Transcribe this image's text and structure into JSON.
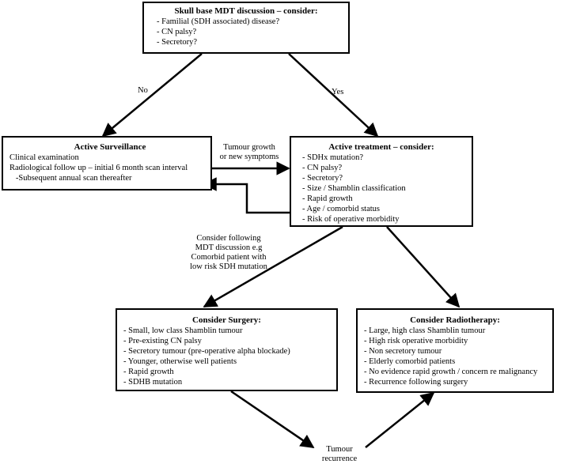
{
  "mdt_box": {
    "title": "Skull base MDT discussion – consider:",
    "items": [
      "- Familial (SDH associated) disease?",
      "- CN palsy?",
      "- Secretory?"
    ]
  },
  "surveillance_box": {
    "title": "Active Surveillance",
    "lines": [
      "Clinical examination",
      "Radiological follow up – initial 6 month scan interval",
      "   -Subsequent annual scan thereafter"
    ]
  },
  "treatment_box": {
    "title": "Active treatment – consider:",
    "items": [
      "- SDHx mutation?",
      "- CN palsy?",
      "- Secretory?",
      "- Size / Shamblin classification",
      "- Rapid growth",
      "- Age / comorbid status",
      "- Risk of operative morbidity"
    ]
  },
  "surgery_box": {
    "title": "Consider Surgery:",
    "items": [
      "- Small, low class Shamblin tumour",
      "- Pre-existing CN palsy",
      "- Secretory tumour (pre-operative alpha blockade)",
      "- Younger, otherwise well patients",
      "- Rapid growth",
      "- SDHB mutation"
    ]
  },
  "radiotherapy_box": {
    "title": "Consider Radiotherapy:",
    "items": [
      "- Large, high class Shamblin tumour",
      "- High risk operative morbidity",
      "- Non secretory tumour",
      "- Elderly comorbid patients",
      "- No evidence rapid growth / concern re malignancy",
      "- Recurrence following surgery"
    ]
  },
  "labels": {
    "no": "No",
    "yes": "Yes",
    "growth": [
      "Tumour growth",
      "or new symptoms"
    ],
    "consider_following": [
      "Consider following",
      "MDT discussion e.g",
      "Comorbid patient with",
      "low risk SDH mutation"
    ],
    "recurrence": [
      "Tumour",
      "recurrence"
    ]
  }
}
